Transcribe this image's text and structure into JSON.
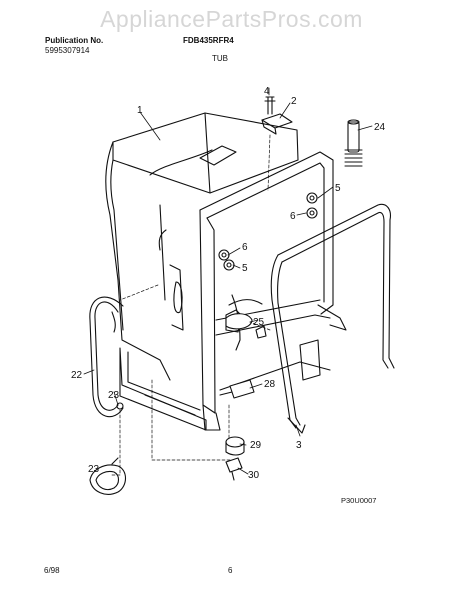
{
  "watermark": "AppliancePartsPros.com",
  "header": {
    "publication_label": "Publication No.",
    "publication_number": "5995307914",
    "model": "FDB435RFR4",
    "section_title": "TUB"
  },
  "callouts": {
    "tub": "1",
    "bracket": "2",
    "hinge_arm": "3",
    "screw": "4",
    "nut_upper": "5",
    "washer_upper": "6",
    "washer_lower": "6",
    "nut_lower": "5",
    "drain_hose": "22",
    "clamp": "23",
    "clamp_detail": "23",
    "vent_hose": "24",
    "pump_cap": "25",
    "switch": "28",
    "float": "29",
    "float_stem": "30"
  },
  "figure_code": "P30U0007",
  "footer": {
    "date": "6/98",
    "page": "6"
  }
}
